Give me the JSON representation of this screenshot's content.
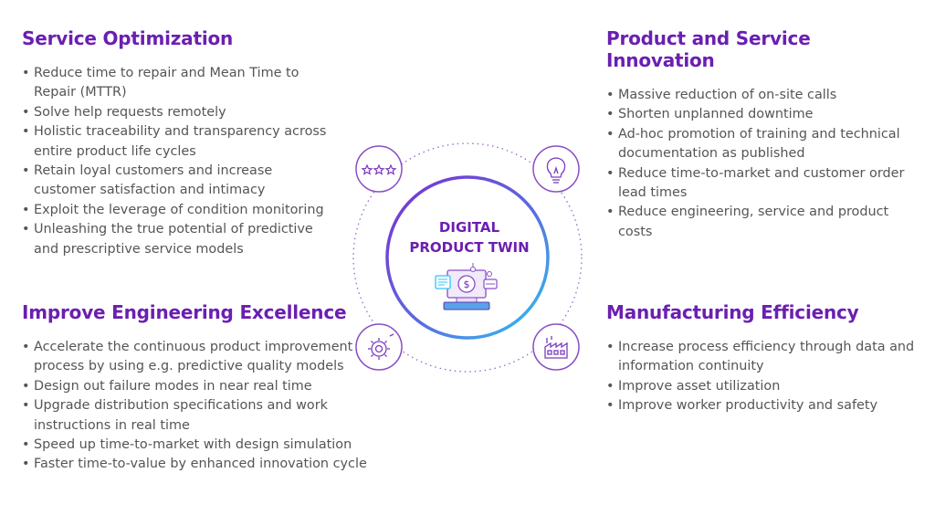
{
  "sections": {
    "top_left": {
      "title": "Service Optimization",
      "items": [
        "Reduce time to repair and Mean Time to Repair (MTTR)",
        "Solve help requests remotely",
        "Holistic traceability and transparency across entire product life cycles",
        "Retain loyal customers and increase customer satisfaction and intimacy",
        "Exploit the leverage of condition monitoring",
        "Unleashing the true potential of predictive and prescriptive service models"
      ]
    },
    "top_right": {
      "title": "Product and Service Innovation",
      "items": [
        "Massive reduction of on-site calls",
        "Shorten unplanned downtime",
        "Ad-hoc promotion of training and technical documentation as published",
        "Reduce time-to-market and customer order lead times",
        "Reduce engineering, service and product costs"
      ]
    },
    "bottom_left": {
      "title": "Improve Engineering Excellence",
      "items": [
        "Accelerate the continuous product improvement process by using e.g. predictive quality models",
        "Design out failure modes in near real time",
        "Upgrade distribution specifications and work instructions in real time",
        "Speed up time-to-market with design simulation",
        "Faster time-to-value by enhanced innovation cycle"
      ]
    },
    "bottom_right": {
      "title": "Manufacturing Efficiency",
      "items": [
        "Increase process efficiency through data and information continuity",
        "Improve asset utilization",
        "Improve worker productivity and safety"
      ]
    }
  },
  "center": {
    "line1": "DIGITAL",
    "line2": "PRODUCT TWIN"
  },
  "icons": [
    "stars-icon",
    "lightbulb-icon",
    "gear-icon",
    "factory-icon",
    "computer-twin-icon"
  ],
  "colors": {
    "purple": "#6b1fb1",
    "cyan": "#2ec5f0",
    "text": "#555555"
  }
}
